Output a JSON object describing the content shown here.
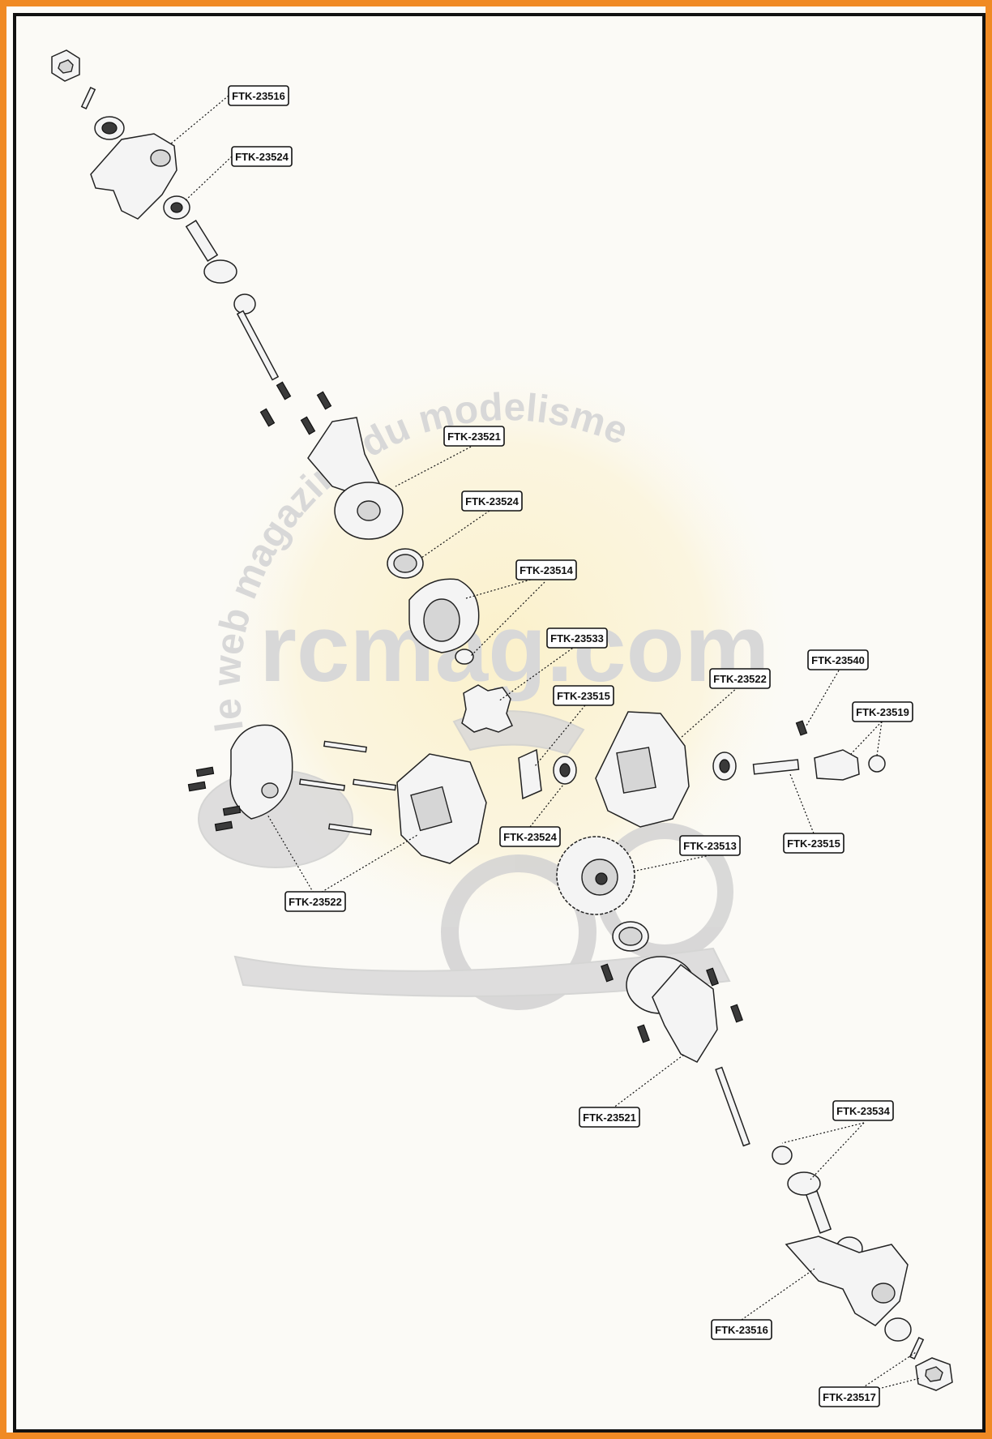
{
  "watermark": {
    "site": "rcmag.com",
    "tagline": "le web magazine du modelisme"
  },
  "labels": [
    {
      "id": "l1",
      "text": "FTK-23516"
    },
    {
      "id": "l2",
      "text": "FTK-23524"
    },
    {
      "id": "l3",
      "text": "FTK-23521"
    },
    {
      "id": "l4",
      "text": "FTK-23524"
    },
    {
      "id": "l5",
      "text": "FTK-23514"
    },
    {
      "id": "l6",
      "text": "FTK-23533"
    },
    {
      "id": "l7",
      "text": "FTK-23515"
    },
    {
      "id": "l8",
      "text": "FTK-23522"
    },
    {
      "id": "l9",
      "text": "FTK-23540"
    },
    {
      "id": "l10",
      "text": "FTK-23519"
    },
    {
      "id": "l11",
      "text": "FTK-23524"
    },
    {
      "id": "l12",
      "text": "FTK-23515"
    },
    {
      "id": "l13",
      "text": "FTK-23513"
    },
    {
      "id": "l14",
      "text": "FTK-23522"
    },
    {
      "id": "l15",
      "text": "FTK-23521"
    },
    {
      "id": "l16",
      "text": "FTK-23534"
    },
    {
      "id": "l17",
      "text": "FTK-23516"
    },
    {
      "id": "l18",
      "text": "FTK-23517"
    }
  ],
  "colors": {
    "frame": "#f08a24",
    "ink": "#111111",
    "watermark": "#d8d8d8",
    "glow": "#fbf1cf"
  }
}
